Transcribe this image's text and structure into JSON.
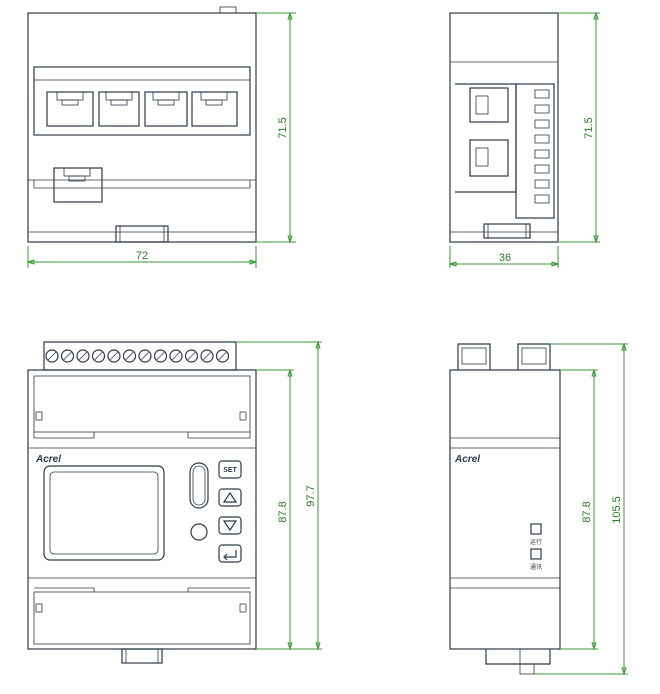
{
  "dimensions": {
    "top_front_width": "72",
    "top_front_height": "71.5",
    "top_side_width": "36",
    "top_side_height": "71.5",
    "front_inner_height": "87.8",
    "front_outer_height": "97.7",
    "side_inner_height": "87.8",
    "side_outer_height": "105.5"
  },
  "labels": {
    "brand_front": "Acrel",
    "brand_side": "Acrel",
    "button_set": "SET",
    "led_run": "运行",
    "led_comm": "通讯"
  },
  "colors": {
    "line": "#2f3a4a",
    "dimension": "#3a9a3a"
  }
}
